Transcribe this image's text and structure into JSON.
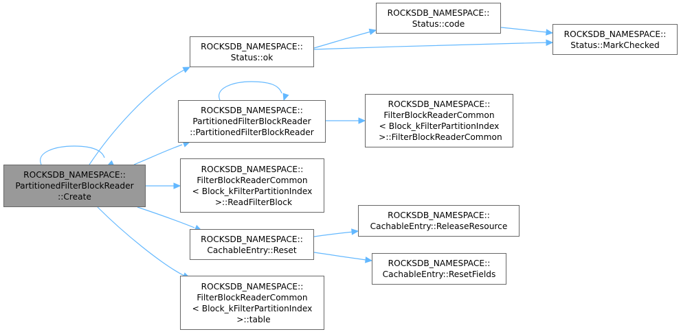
{
  "graph": {
    "edge_color": "#63b8ff",
    "node_border_color": "#666666",
    "current_node_fill": "#999999",
    "nodes": [
      {
        "id": "create",
        "current": true,
        "lines": [
          "ROCKSDB_NAMESPACE::",
          "PartitionedFilterBlockReader",
          "::Create"
        ]
      },
      {
        "id": "status-ok",
        "lines": [
          "ROCKSDB_NAMESPACE::",
          "Status::ok"
        ]
      },
      {
        "id": "status-code",
        "lines": [
          "ROCKSDB_NAMESPACE::",
          "Status::code"
        ]
      },
      {
        "id": "status-markchecked",
        "lines": [
          "ROCKSDB_NAMESPACE::",
          "Status::MarkChecked"
        ]
      },
      {
        "id": "pfbr-ctor",
        "lines": [
          "ROCKSDB_NAMESPACE::",
          "PartitionedFilterBlockReader",
          "::PartitionedFilterBlockReader"
        ]
      },
      {
        "id": "fbrc-ctor",
        "lines": [
          "ROCKSDB_NAMESPACE::",
          "FilterBlockReaderCommon",
          "< Block_kFilterPartitionIndex",
          " >::FilterBlockReaderCommon"
        ]
      },
      {
        "id": "fbrc-readfilterblock",
        "lines": [
          "ROCKSDB_NAMESPACE::",
          "FilterBlockReaderCommon",
          "< Block_kFilterPartitionIndex",
          " >::ReadFilterBlock"
        ]
      },
      {
        "id": "ce-reset",
        "lines": [
          "ROCKSDB_NAMESPACE::",
          "CachableEntry::Reset"
        ]
      },
      {
        "id": "ce-releaseresource",
        "lines": [
          "ROCKSDB_NAMESPACE::",
          "CachableEntry::ReleaseResource"
        ]
      },
      {
        "id": "ce-resetfields",
        "lines": [
          "ROCKSDB_NAMESPACE::",
          "CachableEntry::ResetFields"
        ]
      },
      {
        "id": "fbrc-table",
        "lines": [
          "ROCKSDB_NAMESPACE::",
          "FilterBlockReaderCommon",
          "< Block_kFilterPartitionIndex",
          " >::table"
        ]
      }
    ],
    "edges": [
      {
        "from": "create",
        "to": "create"
      },
      {
        "from": "create",
        "to": "status-ok"
      },
      {
        "from": "create",
        "to": "pfbr-ctor"
      },
      {
        "from": "create",
        "to": "fbrc-readfilterblock"
      },
      {
        "from": "create",
        "to": "ce-reset"
      },
      {
        "from": "create",
        "to": "fbrc-table"
      },
      {
        "from": "status-ok",
        "to": "status-code"
      },
      {
        "from": "status-ok",
        "to": "status-markchecked"
      },
      {
        "from": "status-code",
        "to": "status-markchecked"
      },
      {
        "from": "pfbr-ctor",
        "to": "pfbr-ctor"
      },
      {
        "from": "pfbr-ctor",
        "to": "fbrc-ctor"
      },
      {
        "from": "ce-reset",
        "to": "ce-releaseresource"
      },
      {
        "from": "ce-reset",
        "to": "ce-resetfields"
      }
    ]
  }
}
